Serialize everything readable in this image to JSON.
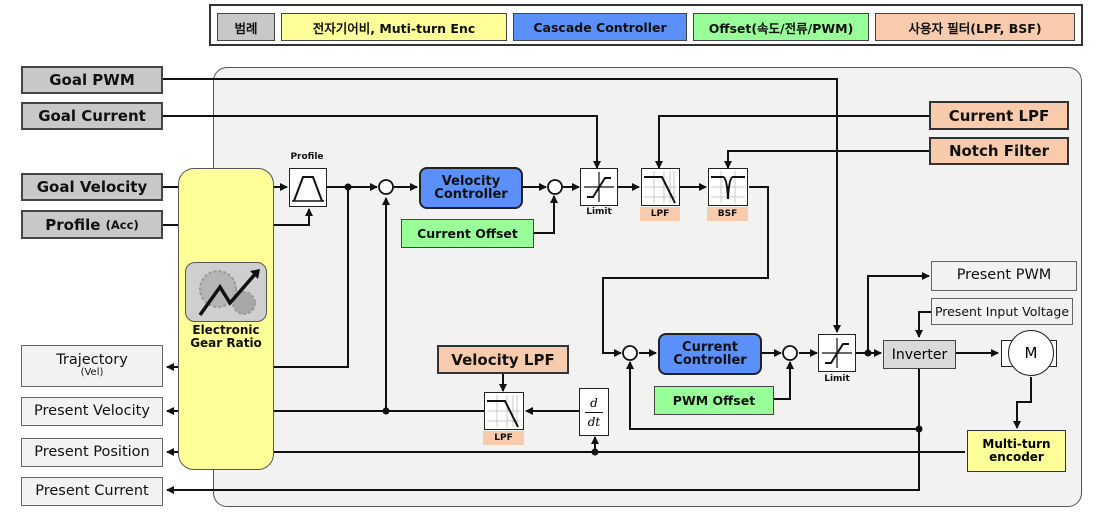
{
  "legend": {
    "title": "범례",
    "items": [
      {
        "label": "전자기어비, Muti-turn Enc",
        "color": "#ffff99"
      },
      {
        "label": "Cascade Controller",
        "color": "#5b8ff9"
      },
      {
        "label": "Offset(속도/전류/PWM)",
        "color": "#99ff99"
      },
      {
        "label": "사용자 필터(LPF, BSF)",
        "color": "#f8cbad"
      }
    ]
  },
  "inputs": {
    "goal_pwm": "Goal PWM",
    "goal_current": "Goal Current",
    "goal_velocity": "Goal Velocity",
    "profile": "Profile",
    "profile_sub": "(Acc)"
  },
  "outputs": {
    "trajectory": "Trajectory",
    "trajectory_sub": "(Vel)",
    "present_velocity": "Present Velocity",
    "present_position": "Present Position",
    "present_current": "Present Current",
    "present_pwm": "Present PWM",
    "present_input_voltage": "Present Input Voltage"
  },
  "filters": {
    "current_lpf": "Current LPF",
    "notch_filter": "Notch Filter",
    "velocity_lpf": "Velocity LPF"
  },
  "blocks": {
    "profile_label": "Profile",
    "velocity_controller": "Velocity Controller",
    "current_controller": "Current Controller",
    "current_offset": "Current Offset",
    "pwm_offset": "PWM Offset",
    "limit": "Limit",
    "lpf": "LPF",
    "bsf": "BSF",
    "derivative_num": "d",
    "derivative_den": "dt",
    "inverter": "Inverter",
    "motor": "M",
    "encoder": "Multi-turn encoder",
    "gear_ratio": "Electronic Gear Ratio"
  },
  "colors": {
    "input_box": "#c8c8c8",
    "gear_column": "#ffff99",
    "controller": "#5b8ff9",
    "offset": "#99ff99",
    "filter": "#f8cbad"
  }
}
